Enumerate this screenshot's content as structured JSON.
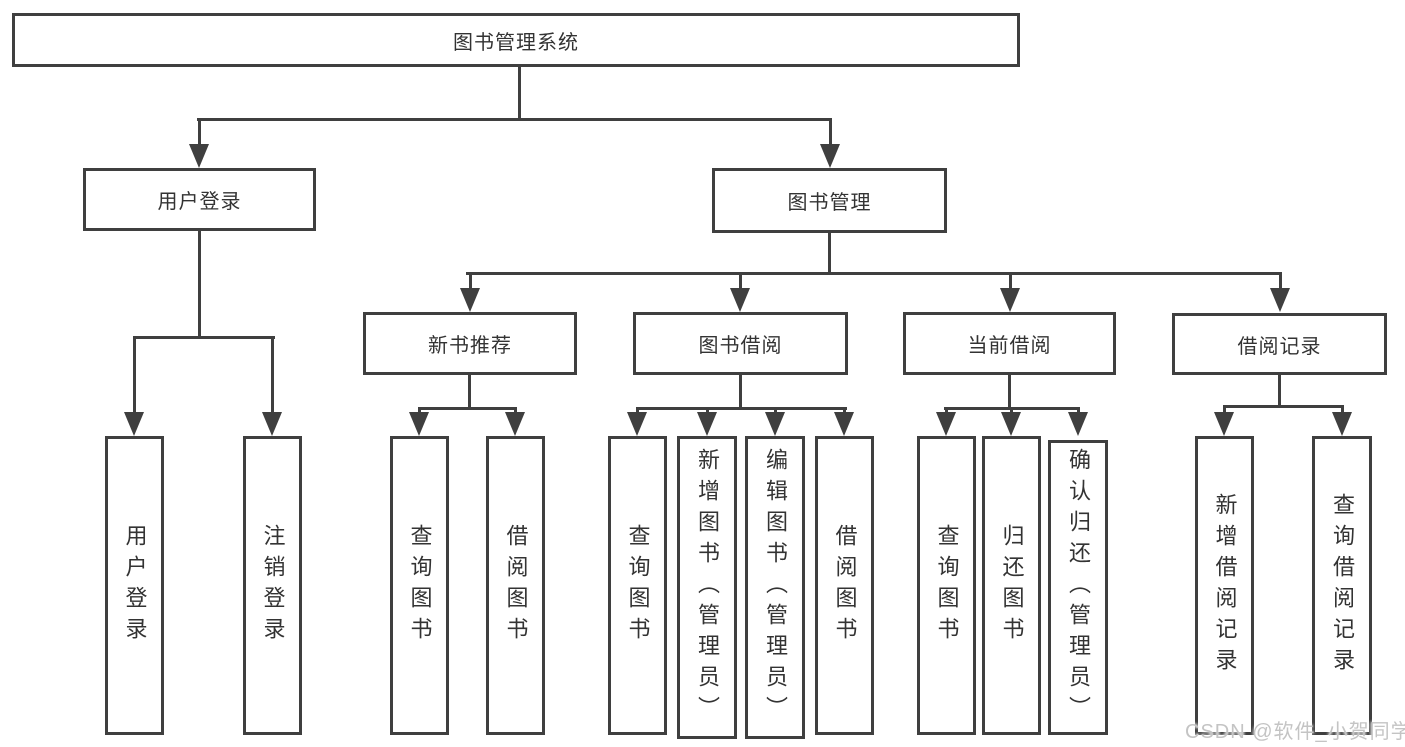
{
  "nodes": {
    "root": "图书管理系统",
    "user_login_branch": "用户登录",
    "book_management": "图书管理",
    "new_book_recommend": "新书推荐",
    "book_borrowing": "图书借阅",
    "current_borrowing": "当前借阅",
    "borrowing_records": "借阅记录",
    "leaf_user_login": "用户登录",
    "leaf_logout": "注销登录",
    "leaf_nb_query_books": "查询图书",
    "leaf_nb_borrow_books": "借阅图书",
    "leaf_bb_query_books": "查询图书",
    "leaf_bb_add_books_admin": "新增图书（管理员）",
    "leaf_bb_edit_books_admin": "编辑图书（管理员）",
    "leaf_bb_borrow_books": "借阅图书",
    "leaf_cb_query_books": "查询图书",
    "leaf_cb_return_books": "归还图书",
    "leaf_cb_confirm_return_admin": "确认归还（管理员）",
    "leaf_br_add_record": "新增借阅记录",
    "leaf_br_query_record": "查询借阅记录"
  },
  "watermark": "CSDN @软件_小贺同学",
  "colors": {
    "line": "#3f3f3f",
    "box_border": "#3f3f3f",
    "box_background": "#ffffff",
    "text": "#333333",
    "watermark": "#c4c4c4"
  }
}
